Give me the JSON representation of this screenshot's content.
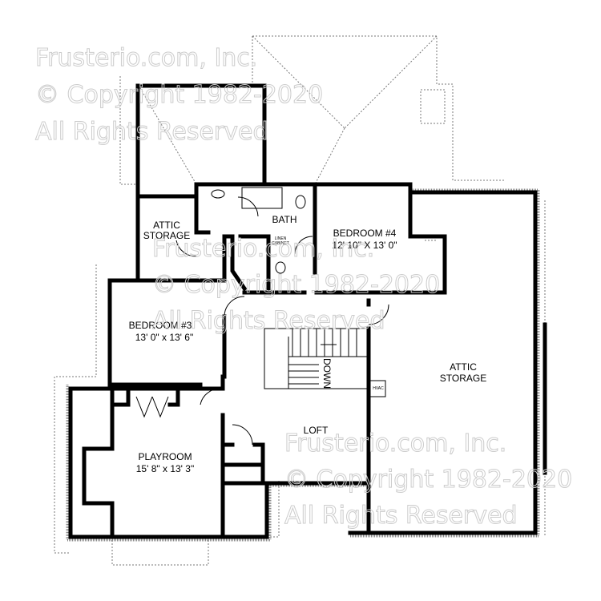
{
  "rooms": {
    "attic_storage_left": [
      "ATTIC",
      "STORAGE"
    ],
    "bath": "BATH",
    "linen": [
      "LINEN",
      "CABINET"
    ],
    "bedroom4": {
      "name": "BEDROOM #4",
      "size": "12' 10\" X 13' 0\""
    },
    "bedroom3": {
      "name": "BEDROOM #3",
      "size": "13' 0\" x 13' 6\""
    },
    "playroom": {
      "name": "PLAYROOM",
      "size": "15' 8\" x 13' 3\""
    },
    "loft": "LOFT",
    "attic_storage_right": [
      "ATTIC",
      "STORAGE"
    ],
    "hvac": "HVAC",
    "stairs": "DOWN"
  },
  "watermark": [
    "Frusterio.com, Inc.",
    "© Copyright 1982-2020",
    "All Rights Reserved"
  ]
}
